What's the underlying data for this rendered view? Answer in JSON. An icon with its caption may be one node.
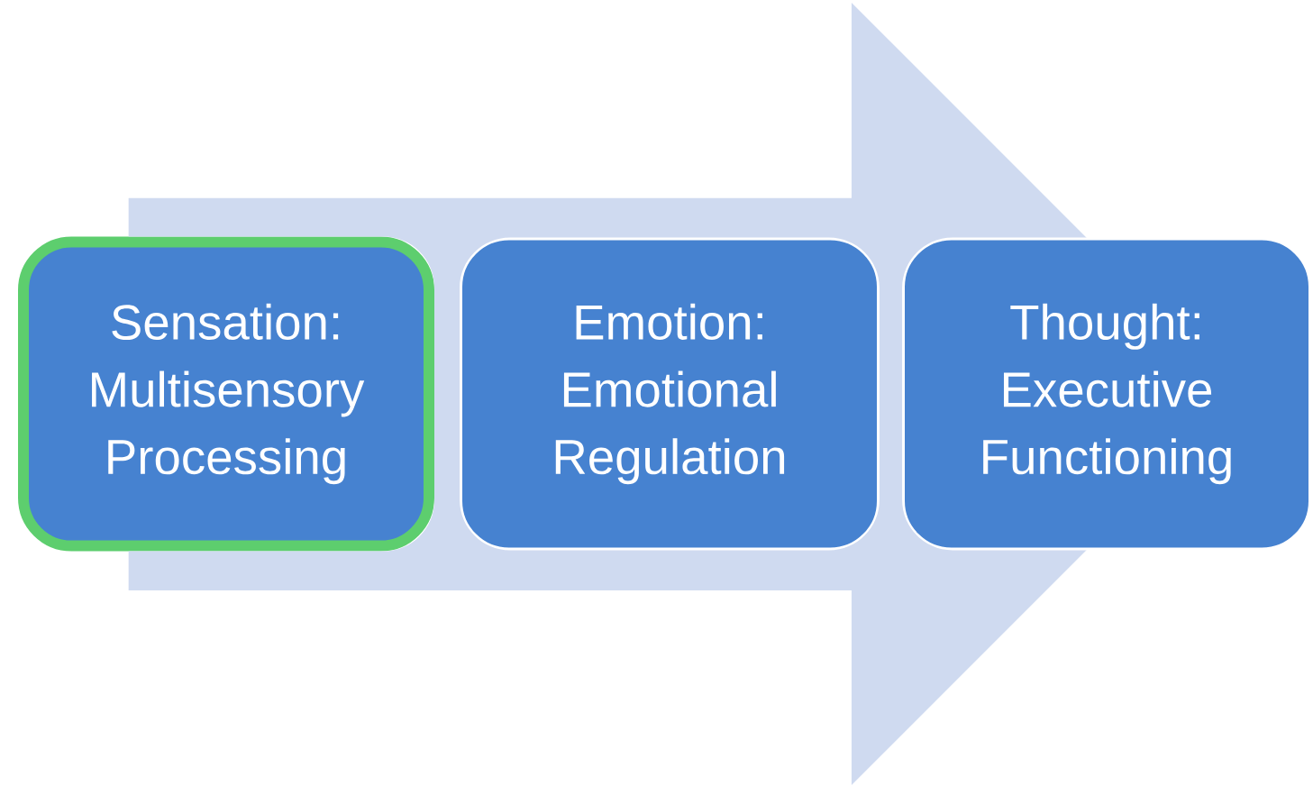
{
  "diagram": {
    "nodes": [
      {
        "text": [
          "Sensation: Multisensory Processing"
        ]
      },
      {
        "text": [
          "Emotion: Emotional Regulation"
        ]
      },
      {
        "text": [
          "Thought: Executive Functioning"
        ]
      }
    ],
    "edges": [
      {
        "from": 0,
        "to": 2,
        "arrow": "to"
      }
    ]
  }
}
